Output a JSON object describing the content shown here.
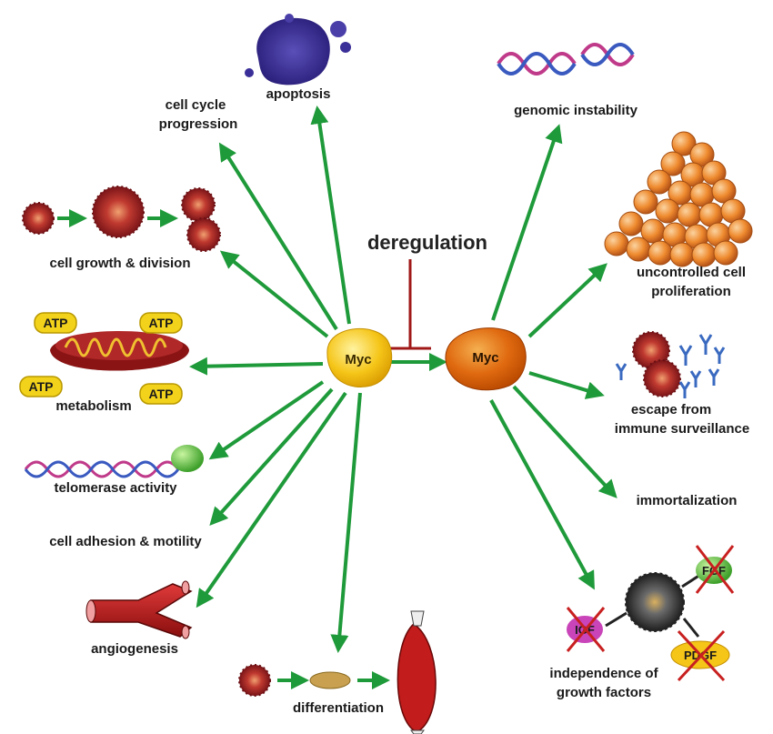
{
  "nodes": {
    "myc_normal": "Myc",
    "myc_deregulated": "Myc",
    "deregulation": "deregulation",
    "apoptosis": "apoptosis",
    "cell_cycle_1": "cell cycle",
    "cell_cycle_2": "progression",
    "cell_growth": "cell growth & division",
    "metabolism": "metabolism",
    "telomerase": "telomerase activity",
    "adhesion": "cell adhesion & motility",
    "angiogenesis": "angiogenesis",
    "differentiation": "differentiation",
    "genomic": "genomic instability",
    "uncontrolled_1": "uncontrolled cell",
    "uncontrolled_2": "proliferation",
    "escape_1": "escape from",
    "escape_2": "immune surveillance",
    "immortalization": "immortalization",
    "independence_1": "independence of",
    "independence_2": "growth factors"
  },
  "badges": {
    "atp": "ATP"
  },
  "growth_factors": {
    "fgf": "FGF",
    "igf": "IGF",
    "pdgf": "PDGF"
  },
  "colors": {
    "arrow": "#1f9a3a",
    "inhibit": "#a01818",
    "myc_normal": "#f5c518",
    "myc_deregulated": "#e06a10",
    "cell": "#9a1f22",
    "atp": "#f2d21a"
  }
}
